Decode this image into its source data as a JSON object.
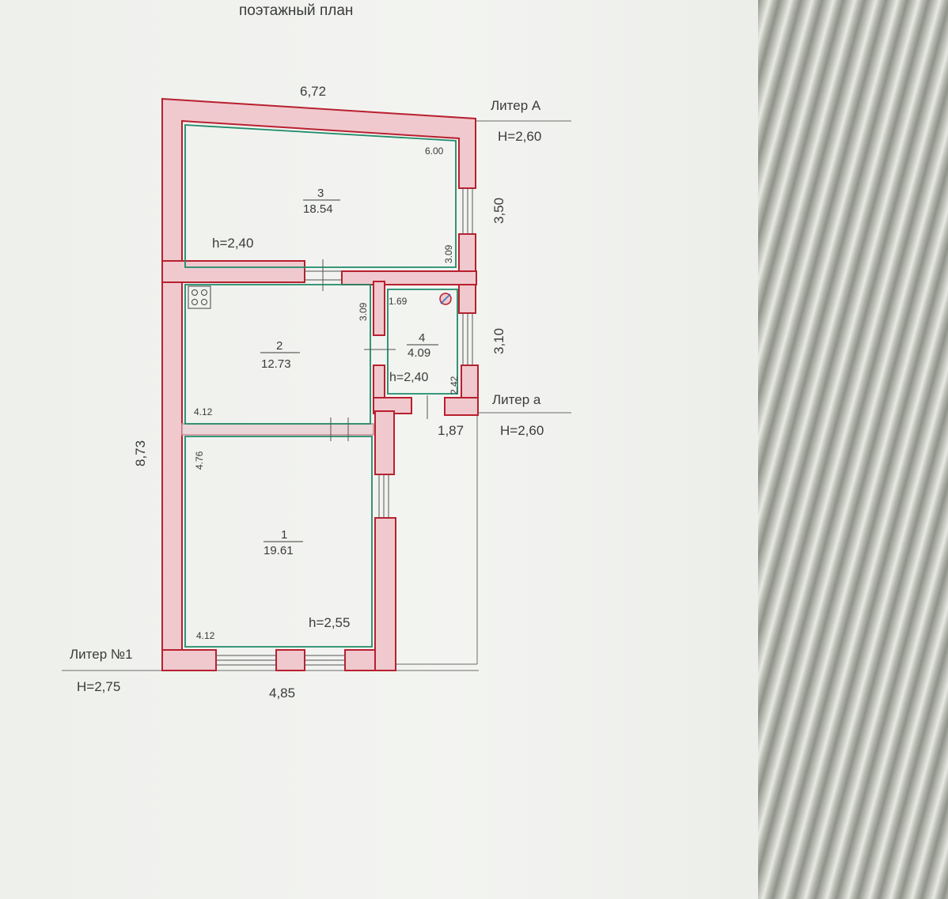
{
  "header": {
    "title_fragment": "поэтажный план"
  },
  "plan": {
    "dims": {
      "top": "6,72",
      "left": "8,73",
      "bottom": "4,85",
      "right_upper": "3,50",
      "right_lower": "3,10",
      "right_step": "1,87"
    },
    "liters": [
      {
        "name": "Литер А",
        "height": "H=2,60"
      },
      {
        "name": "Литер а",
        "height": "H=2,60"
      },
      {
        "name": "Литер №1",
        "height": "H=2,75"
      }
    ],
    "rooms": [
      {
        "number": "3",
        "area": "18.54",
        "height": "h=2,40"
      },
      {
        "number": "2",
        "area": "12.73"
      },
      {
        "number": "4",
        "area": "4.09",
        "height": "h=2,40"
      },
      {
        "number": "1",
        "area": "19.61",
        "height": "h=2,55"
      }
    ],
    "inner_dims": {
      "room3_width": "6.00",
      "room3_height": "3.09",
      "room4_width": "1.69",
      "room4_height": "3.09",
      "room4_lower": "2.42",
      "room2_width": "4.12",
      "room1_height": "4.76",
      "room1_width": "4.12"
    }
  },
  "colors": {
    "wall_fill": "#f0c9cf",
    "wall_stroke": "#b8202e",
    "inner_line": "#1f8a6a"
  }
}
